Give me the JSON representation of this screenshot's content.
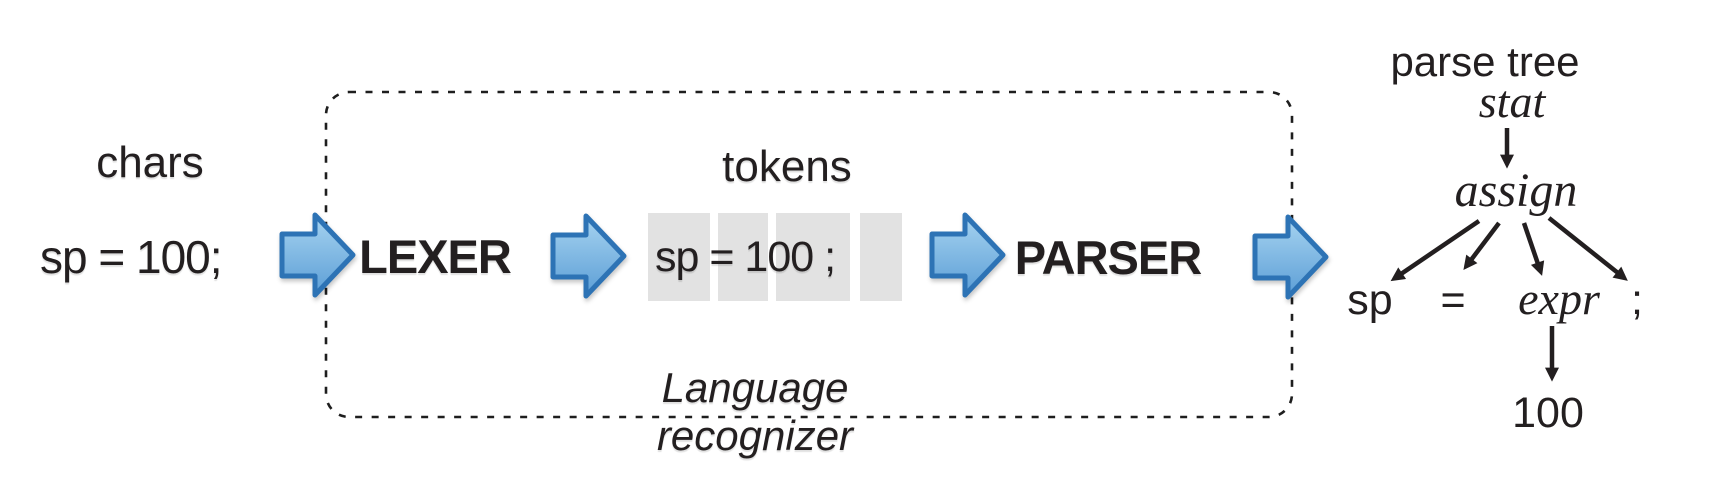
{
  "input": {
    "label": "chars",
    "code": "sp = 100;"
  },
  "recognizer": {
    "caption": "Language recognizer",
    "lexer_label": "LEXER",
    "parser_label": "PARSER",
    "tokens_label": "tokens",
    "tokens_text": "sp = 100 ;"
  },
  "parse_tree": {
    "title": "parse tree",
    "root": "stat",
    "node": "assign",
    "leaves": [
      "sp",
      "=",
      "expr",
      ";"
    ],
    "expr_value": "100"
  },
  "colors": {
    "ink": "#231f20",
    "arrow_fill_top": "#a6d3f0",
    "arrow_fill_bottom": "#5c9ed6",
    "arrow_stroke": "#2d73b5",
    "token_box": "#e2e2e2"
  }
}
